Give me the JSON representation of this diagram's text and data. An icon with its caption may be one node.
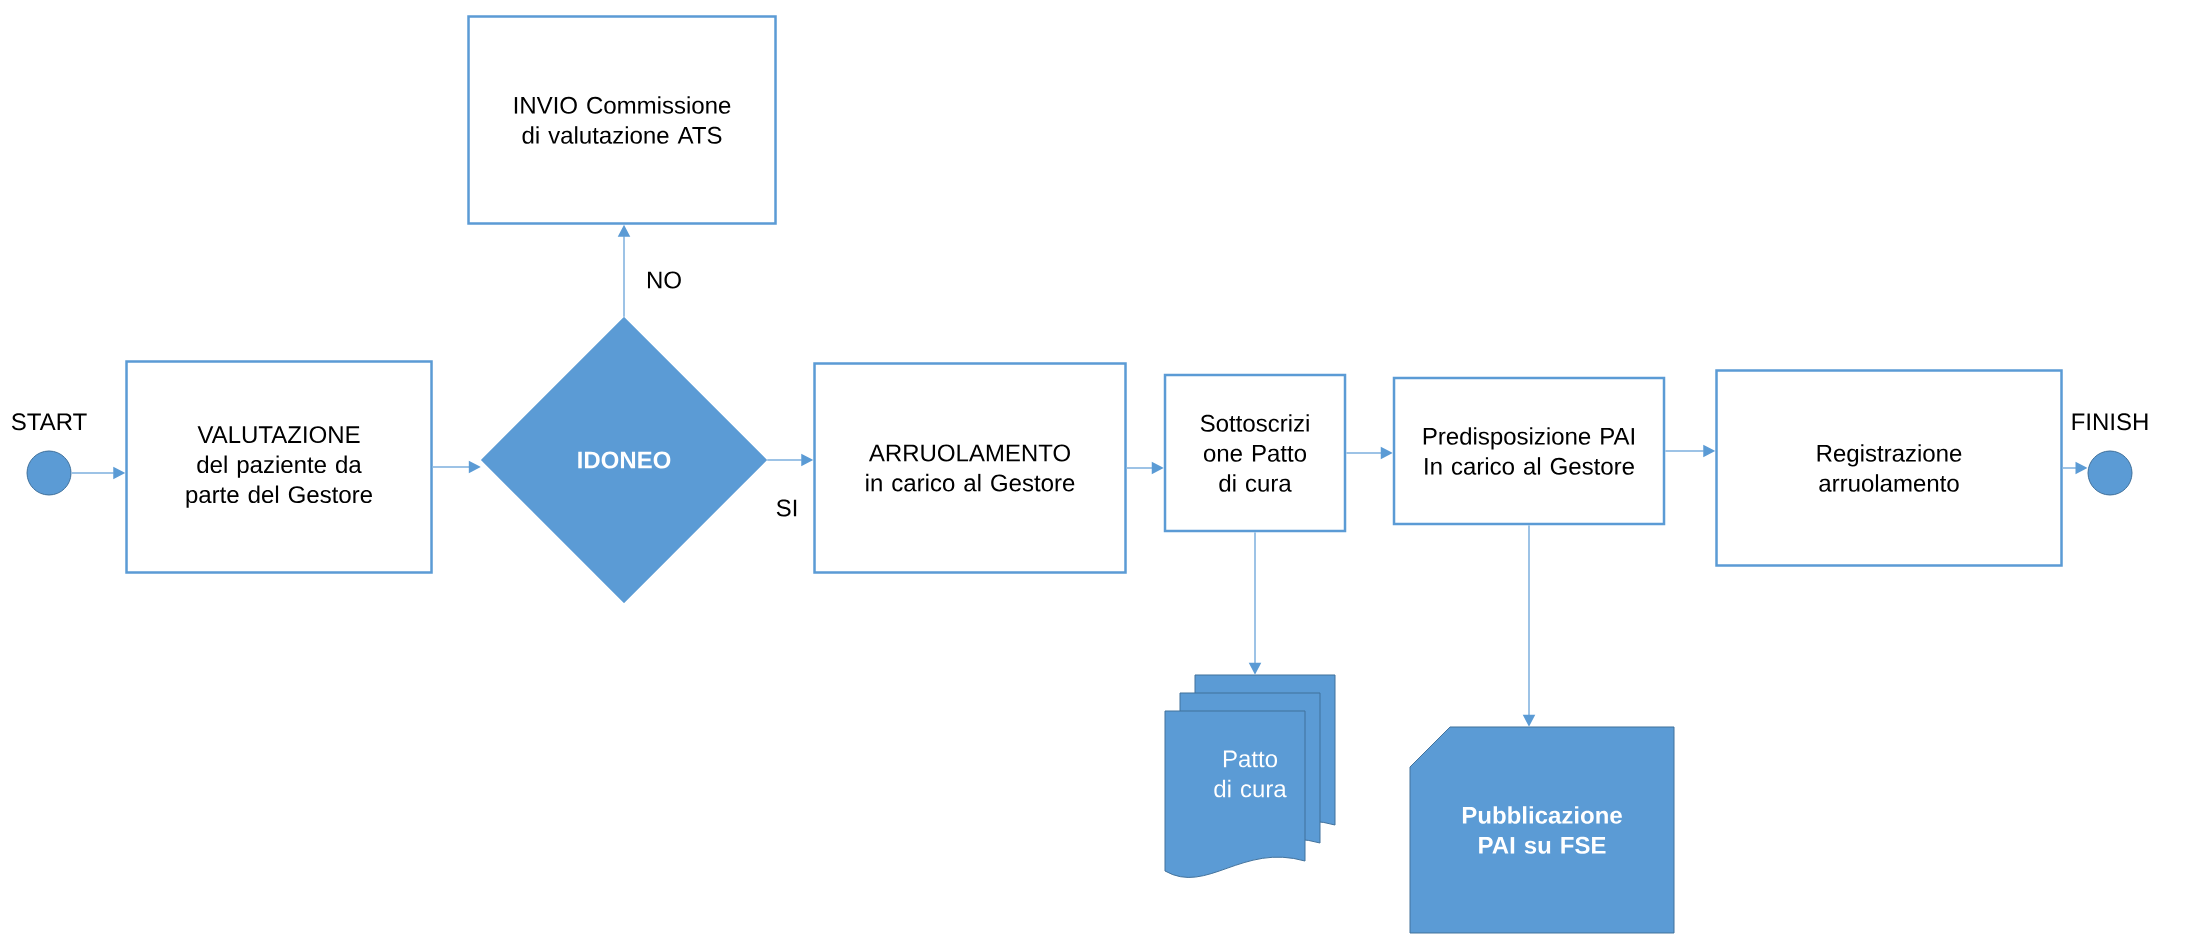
{
  "diagram": {
    "nodes": [
      {
        "text": [],
        "shape": "circle",
        "beside": [
          "START"
        ]
      },
      {
        "text": [
          "VALUTAZIONE",
          "del paziente da parte del Gestore"
        ]
      },
      {
        "text": [
          "IDONEO"
        ]
      },
      {
        "text": [
          "INVIO Commissione di valutazione ATS"
        ]
      },
      {
        "text": [
          "ARRUOLAMENTO",
          "in carico al Gestore"
        ]
      },
      {
        "text": [
          "Sottoscrizi one Patto di cura"
        ]
      },
      {
        "text": [
          "Predisposizione PAI",
          "In carico al Gestore"
        ]
      },
      {
        "text": [
          "Registrazione arruolamento"
        ]
      },
      {
        "text": [],
        "shape": "circle",
        "beside": [
          "FINISH"
        ]
      },
      {
        "text": [
          "Patto di cura"
        ]
      },
      {
        "text": [
          "Pubblicazione PAI su FSE"
        ]
      }
    ],
    "edges": [
      {
        "from": 0,
        "to": 1,
        "arrow": "to"
      },
      {
        "from": 1,
        "to": 2,
        "arrow": "to"
      },
      {
        "from": 2,
        "to": 3,
        "arrow": "to",
        "label": "NO"
      },
      {
        "from": 2,
        "to": 4,
        "arrow": "to",
        "label": "SI"
      },
      {
        "from": 4,
        "to": 5,
        "arrow": "to"
      },
      {
        "from": 5,
        "to": 6,
        "arrow": "to"
      },
      {
        "from": 6,
        "to": 7,
        "arrow": "to"
      },
      {
        "from": 7,
        "to": 8,
        "arrow": "to"
      },
      {
        "from": 5,
        "to": 9,
        "arrow": "to"
      },
      {
        "from": 6,
        "to": 10,
        "arrow": "to"
      }
    ]
  }
}
